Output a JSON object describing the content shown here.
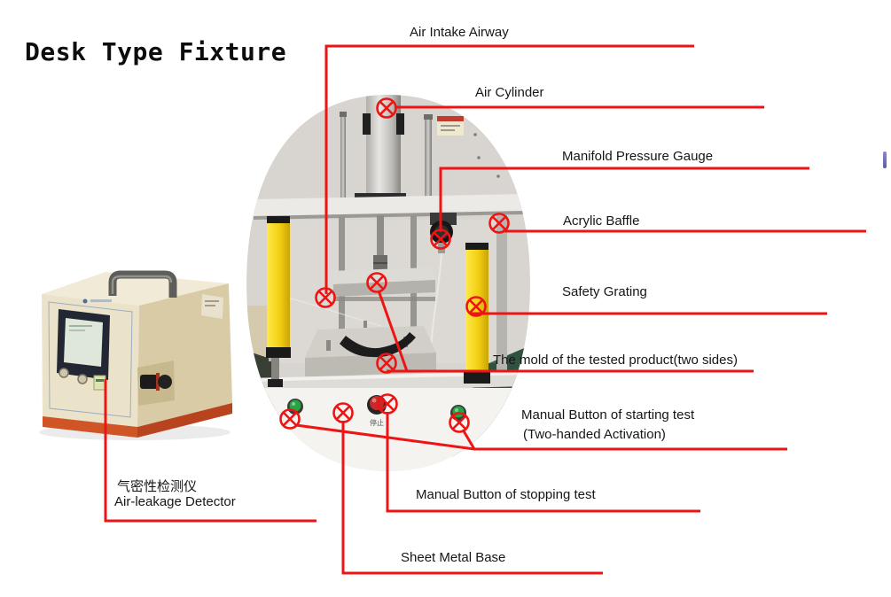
{
  "title": "Desk Type Fixture",
  "detector_label": {
    "line1_cn": "气密性检测仪",
    "line2_en": "Air-leakage Detector"
  },
  "machine": {
    "stop_button_text": "停止"
  },
  "callouts": {
    "air_intake_airway": "Air Intake Airway",
    "air_cylinder": "Air Cylinder",
    "manifold_pressure_gauge": "Manifold Pressure Gauge",
    "acrylic_baffle": "Acrylic Baffle",
    "safety_grating": "Safety Grating",
    "mold": "The mold of the tested product(two sides)",
    "start_button_line1": "Manual Button of starting test",
    "start_button_line2": "(Two-handed Activation)",
    "stop_button": "Manual Button of stopping test",
    "sheet_metal_base": "Sheet Metal Base"
  },
  "colors": {
    "leader_red": "#ee1414",
    "safety_curtain_yellow": "#f6d91f",
    "detector_body": "#ebe2ca",
    "detector_base_orange": "#cf5527",
    "start_button_green": "#27a344",
    "stop_button_red": "#c62a2a"
  }
}
